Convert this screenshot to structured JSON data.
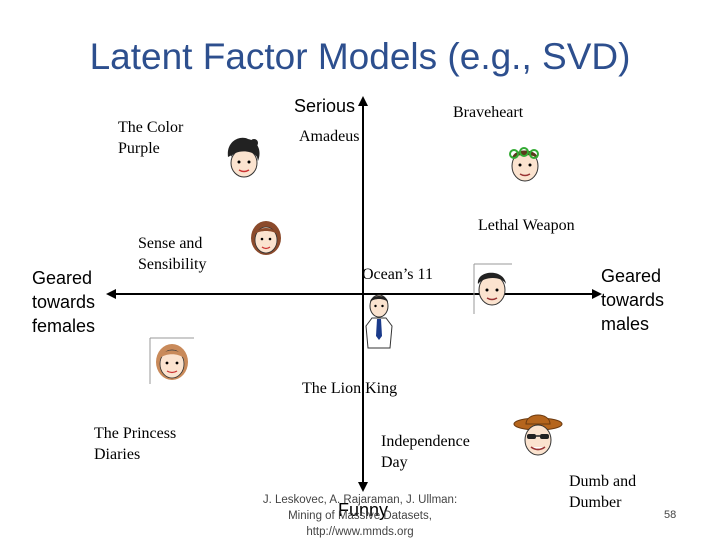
{
  "title": "Latent Factor Models (e.g., SVD)",
  "axes": {
    "top": "Serious",
    "bottom": "Funny",
    "left": "Geared\ntowards\nfemales",
    "right": "Geared\ntowards\nmales"
  },
  "movies": {
    "color_purple": "The Color\nPurple",
    "amadeus": "Amadeus",
    "braveheart": "Braveheart",
    "sense_sensibility": "Sense and\nSensibility",
    "lethal_weapon": "Lethal Weapon",
    "oceans_11": "Ocean’s 11",
    "lion_king": "The Lion King",
    "princess_diaries": "The Princess\nDiaries",
    "independence_day": "Independence\nDay",
    "dumb_dumber": "Dumb and\nDumber"
  },
  "credit": "J. Leskovec, A. Rajaraman, J. Ullman:\nMining of Massive Datasets,\nhttp://www.mmds.org",
  "page_number": "58"
}
